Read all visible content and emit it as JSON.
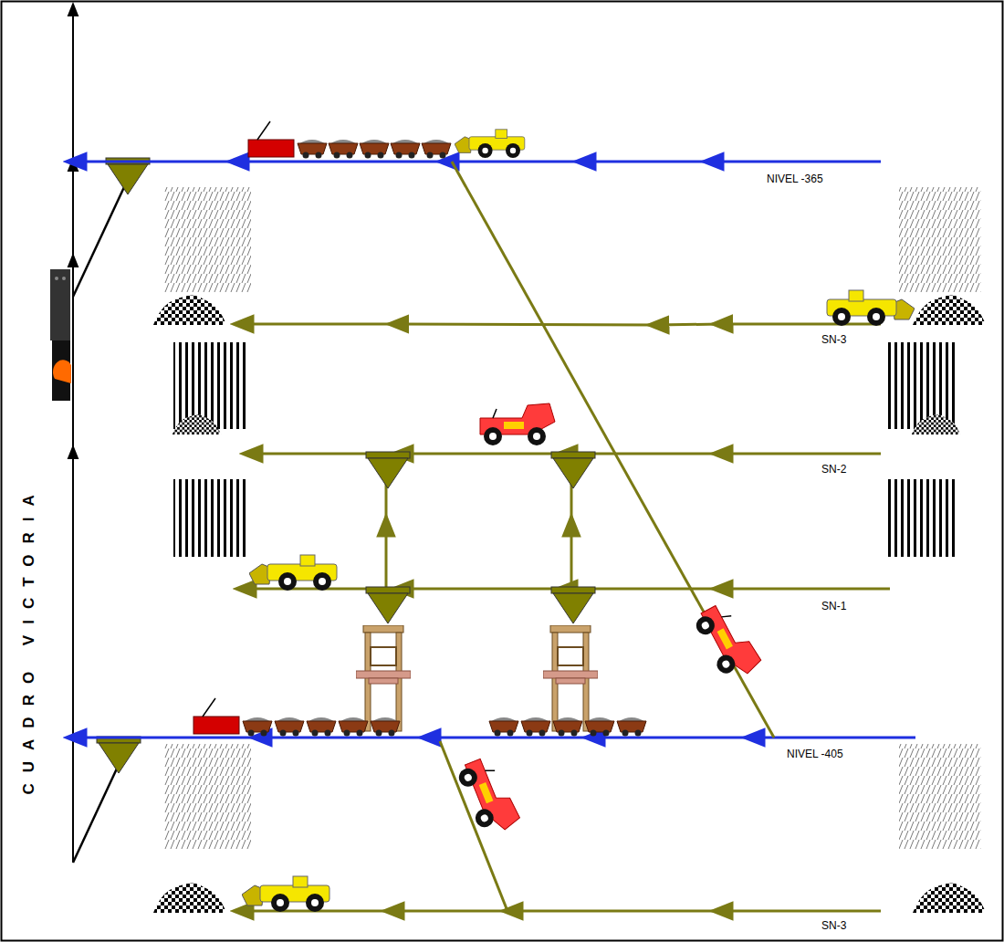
{
  "diagram": {
    "labels": [
      "CUADRO VICTORIA",
      "NIVEL -365",
      "SN-3",
      "SN-2",
      "SN-1",
      "NIVEL -405",
      "SN-3"
    ]
  }
}
